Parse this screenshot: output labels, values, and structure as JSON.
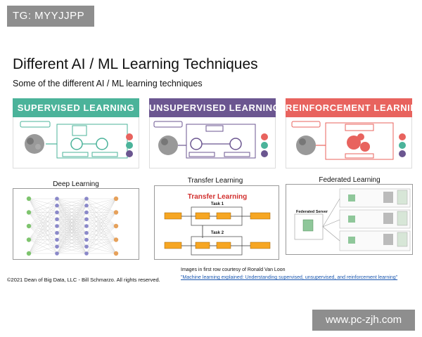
{
  "tag": "TG: MYYJJPP",
  "slide": {
    "title": "Different AI / ML Learning Techniques",
    "subtitle": "Some of the different AI / ML learning techniques"
  },
  "top_row": [
    {
      "heading": "SUPERVISED LEARNING",
      "color": "#4bb39a"
    },
    {
      "heading": "UNSUPERVISED LEARNING",
      "color": "#6b5690"
    },
    {
      "heading": "REINFORCEMENT LEARNING",
      "color": "#e8635e"
    }
  ],
  "bottom_row": [
    {
      "label": "Deep Learning"
    },
    {
      "label": "Transfer Learning",
      "inner_title": "Transfer Learning",
      "task1": "Task 1",
      "task2": "Task 2"
    },
    {
      "label": "Federated Learning",
      "server": "Federated Server"
    }
  ],
  "footer": {
    "credit": "Images in first row courtesy of Ronald Van Loon",
    "link": "\"Machine learning explained: Understanding supervised, unsupervised, and reinforcement learning\"",
    "copyright": "©2021 Dean of Big Data, LLC - Bill Schmarzo. All rights reserved."
  },
  "watermark": "www.pc-zjh.com"
}
